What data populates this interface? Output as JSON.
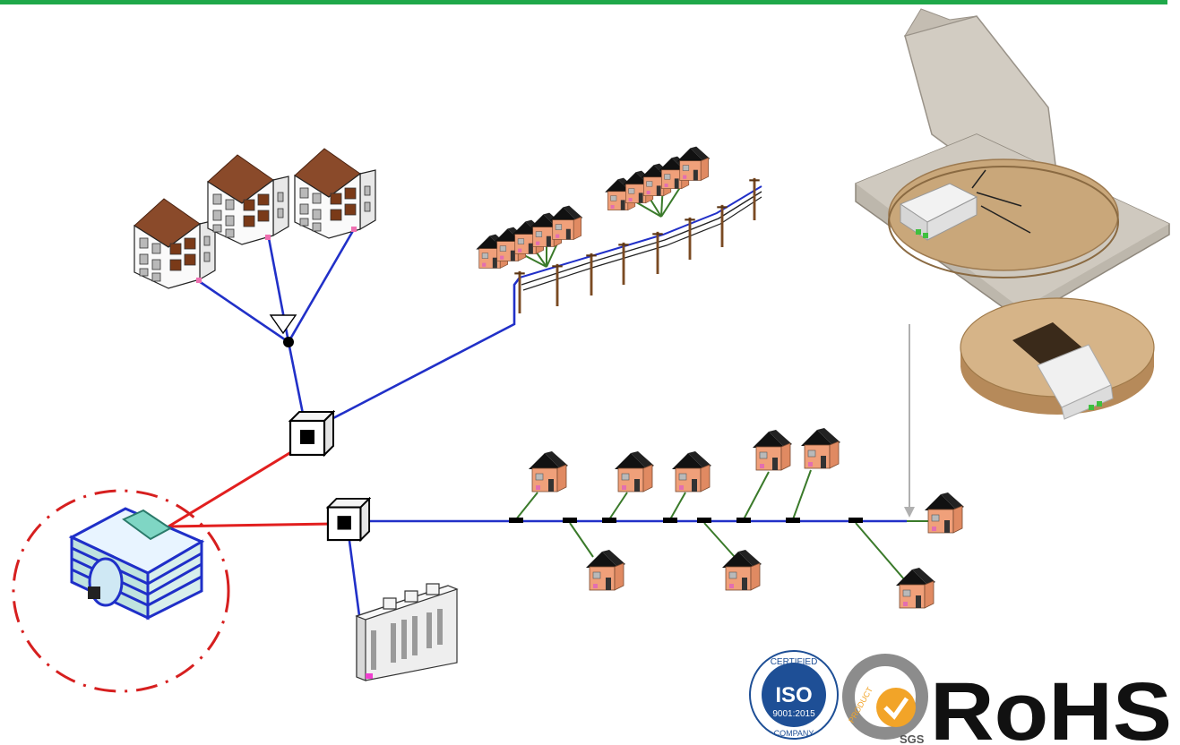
{
  "colors": {
    "accent_line": "#1fa84a",
    "cable_blue": "#2130c8",
    "cable_red": "#e21f1f",
    "drop_green": "#3a7a2a",
    "roof_dark": "#111111",
    "house_wall": "#f0a07a",
    "apartment_roof": "#8a4a2a",
    "cardboard": "#c9a77a",
    "box_grey": "#b9b4aa",
    "iso_blue": "#1e4f96",
    "sgs_orange": "#f2a428",
    "sgs_grey": "#8c8c8c",
    "rohs_text": "#111111"
  },
  "logos": {
    "iso_top": "CERTIFIED",
    "iso_mark": "ISO",
    "iso_standard": "9001:2015",
    "iso_bottom": "COMPANY",
    "sgs_side": "PRODUCT",
    "sgs_name": "SGS",
    "rohs": "RoHS"
  },
  "icons": {
    "central_office": "office-building-icon",
    "splitter": "splitter-box-icon",
    "apartments": "apartment-building-icon",
    "house": "house-icon",
    "pole": "utility-pole-icon",
    "business": "business-building-icon",
    "product": "fiber-terminal-box-icon",
    "reel": "cable-reel-icon"
  }
}
